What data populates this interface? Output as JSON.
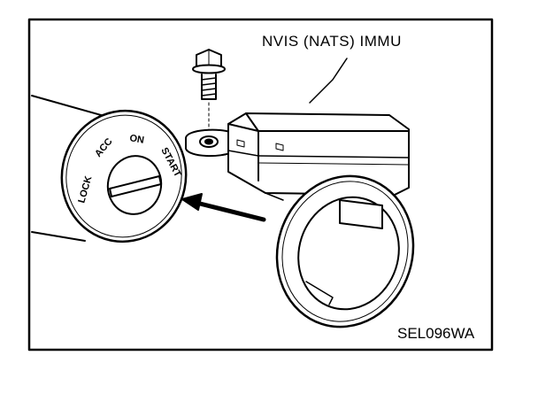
{
  "callout_label": "NVIS (NATS) IMMU",
  "figure_code": "SEL096WA",
  "key_positions": {
    "lock": "LOCK",
    "acc": "ACC",
    "on": "ON",
    "start": "START"
  }
}
